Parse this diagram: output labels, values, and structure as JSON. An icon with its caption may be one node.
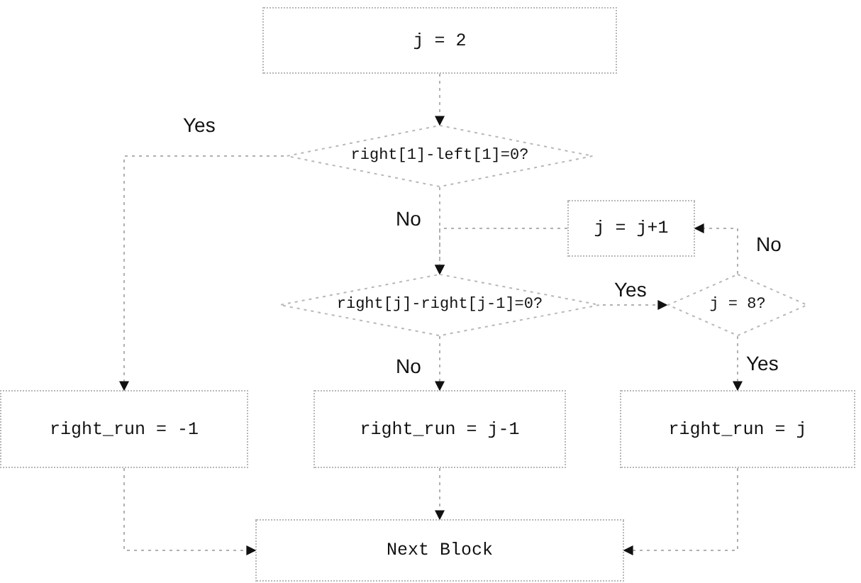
{
  "diagram": {
    "nodes": [
      {
        "text": [
          "j = 2"
        ]
      },
      {
        "text": [
          "right[1]-left[1]=0?"
        ]
      },
      {
        "text": [
          "j = j+1"
        ]
      },
      {
        "text": [
          "right[j]-right[j-1]=0?"
        ]
      },
      {
        "text": [
          "j = 8?"
        ]
      },
      {
        "text": [
          "right_run = -1"
        ]
      },
      {
        "text": [
          "right_run = j-1"
        ]
      },
      {
        "text": [
          "right_run = j"
        ]
      },
      {
        "text": [
          "Next Block"
        ]
      }
    ],
    "edges": [
      {
        "from": 0,
        "to": 1,
        "arrow": "to"
      },
      {
        "from": 1,
        "to": 5,
        "arrow": "to",
        "label": "Yes"
      },
      {
        "from": 1,
        "to": 3,
        "arrow": "to",
        "label": "No"
      },
      {
        "from": 2,
        "to": 3,
        "arrow": "to"
      },
      {
        "from": 4,
        "to": 2,
        "arrow": "to",
        "label": "No"
      },
      {
        "from": 3,
        "to": 4,
        "arrow": "to",
        "label": "Yes"
      },
      {
        "from": 3,
        "to": 6,
        "arrow": "to",
        "label": "No"
      },
      {
        "from": 4,
        "to": 7,
        "arrow": "to",
        "label": "Yes"
      },
      {
        "from": 6,
        "to": 8,
        "arrow": "to"
      },
      {
        "from": 5,
        "to": 8,
        "arrow": "to"
      },
      {
        "from": 7,
        "to": 8,
        "arrow": "to"
      }
    ]
  }
}
